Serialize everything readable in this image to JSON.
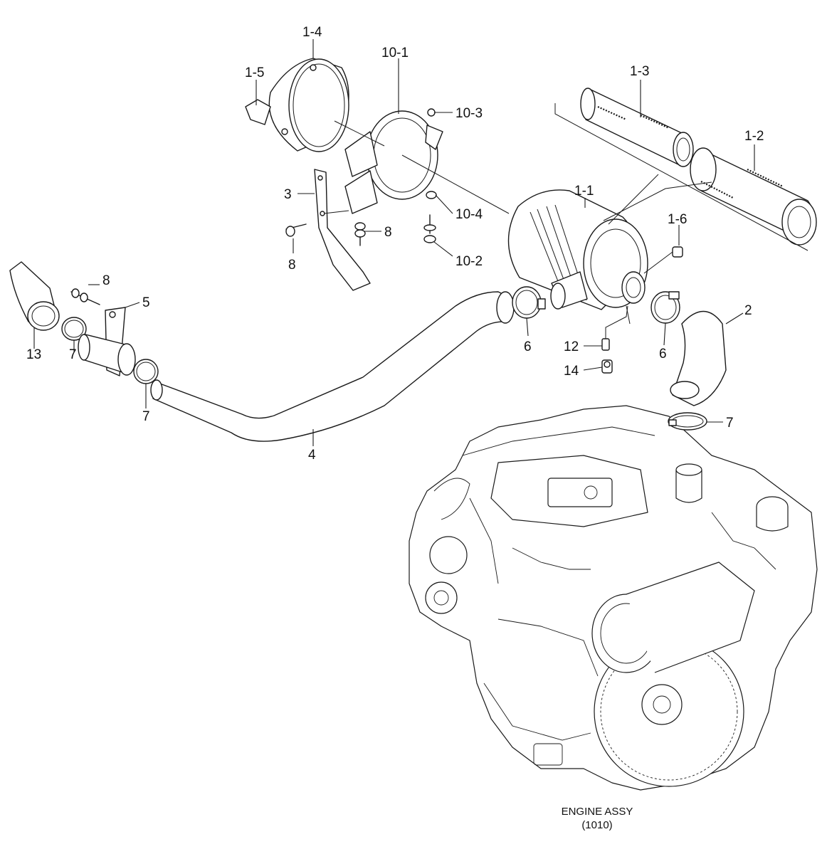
{
  "callouts": [
    {
      "id": "1-4",
      "text": "1-4"
    },
    {
      "id": "1-5",
      "text": "1-5"
    },
    {
      "id": "10-1",
      "text": "10-1"
    },
    {
      "id": "10-3",
      "text": "10-3"
    },
    {
      "id": "1-3",
      "text": "1-3"
    },
    {
      "id": "1-2",
      "text": "1-2"
    },
    {
      "id": "3",
      "text": "3"
    },
    {
      "id": "1-1",
      "text": "1-1"
    },
    {
      "id": "10-4",
      "text": "10-4"
    },
    {
      "id": "1-6",
      "text": "1-6"
    },
    {
      "id": "8a",
      "text": "8"
    },
    {
      "id": "8b",
      "text": "8"
    },
    {
      "id": "10-2",
      "text": "10-2"
    },
    {
      "id": "8c",
      "text": "8"
    },
    {
      "id": "5",
      "text": "5"
    },
    {
      "id": "2",
      "text": "2"
    },
    {
      "id": "13",
      "text": "13"
    },
    {
      "id": "7a",
      "text": "7"
    },
    {
      "id": "6a",
      "text": "6"
    },
    {
      "id": "12",
      "text": "12"
    },
    {
      "id": "6b",
      "text": "6"
    },
    {
      "id": "14",
      "text": "14"
    },
    {
      "id": "7b",
      "text": "7"
    },
    {
      "id": "7c",
      "text": "7"
    },
    {
      "id": "4",
      "text": "4"
    }
  ],
  "engine_caption": {
    "line1": "ENGINE ASSY",
    "line2": "(1010)"
  }
}
